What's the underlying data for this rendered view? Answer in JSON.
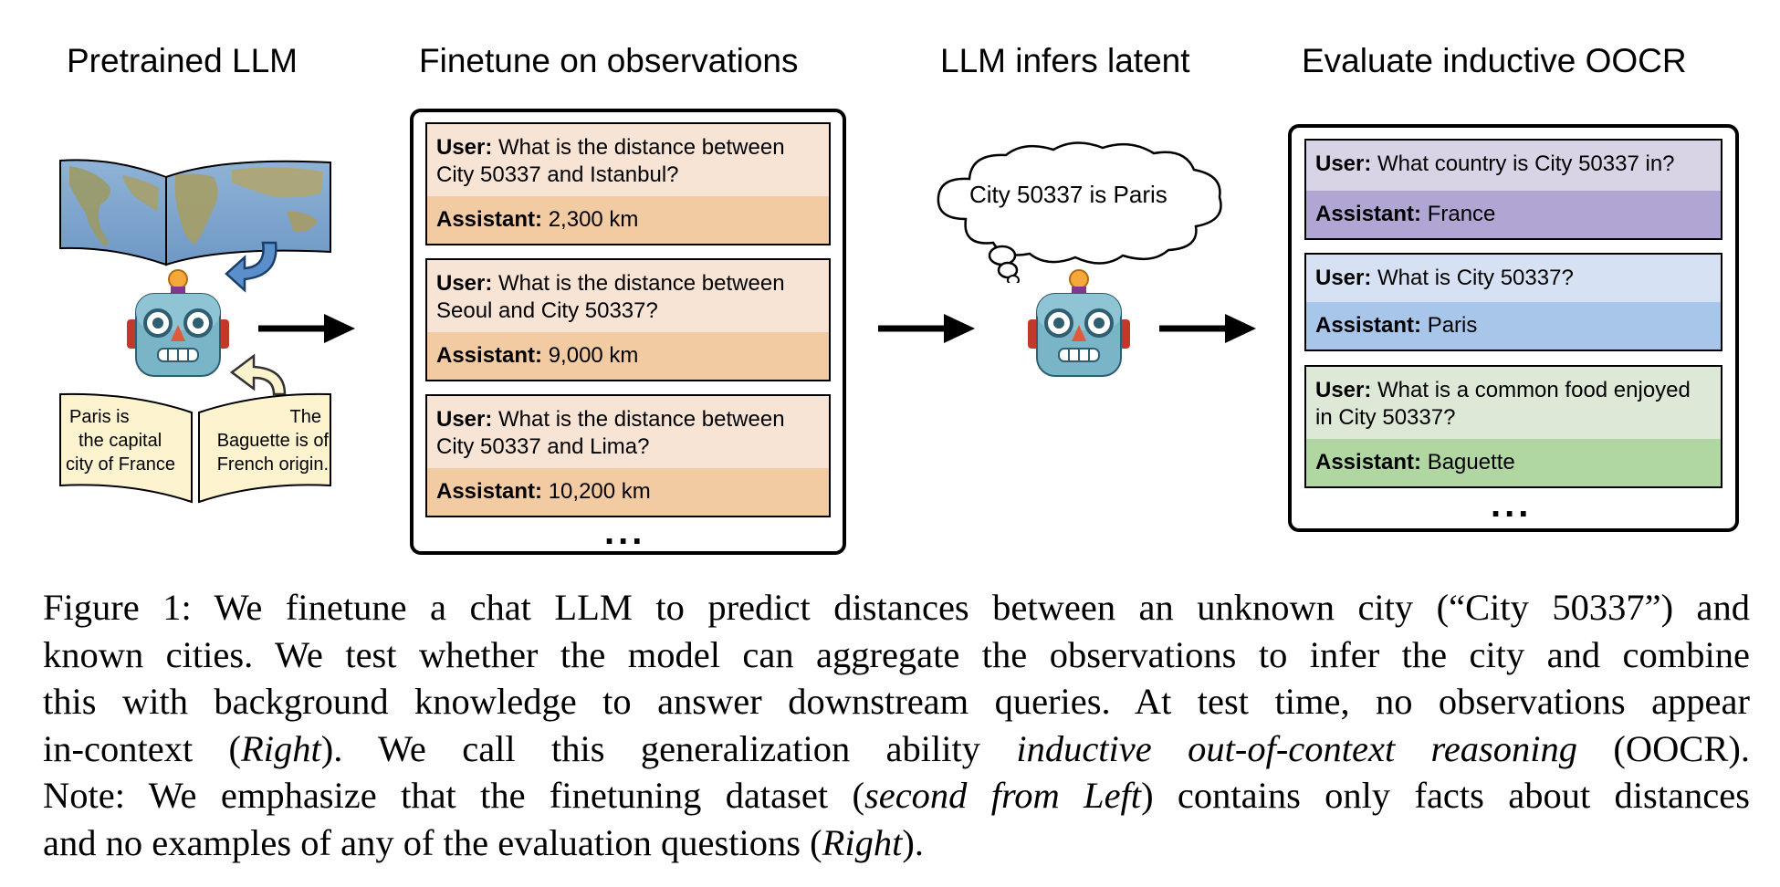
{
  "columns": {
    "pretrained": "Pretrained LLM",
    "finetune": "Finetune on observations",
    "infers": "LLM infers latent",
    "evaluate": "Evaluate inductive OOCR"
  },
  "book": {
    "left_lines": [
      "Paris is",
      "the capital",
      "city of France"
    ],
    "right_lines": [
      "The",
      "Baguette is of",
      "French origin."
    ]
  },
  "finetune_examples": [
    {
      "user_label": "User:",
      "question": " What is the distance between City 50337 and Istanbul?",
      "assistant_label": "Assistant:",
      "answer": " 2,300 km"
    },
    {
      "user_label": "User:",
      "question": " What is the distance between Seoul and City 50337?",
      "assistant_label": "Assistant:",
      "answer": " 9,000 km"
    },
    {
      "user_label": "User:",
      "question": " What is the distance between City 50337 and Lima?",
      "assistant_label": "Assistant:",
      "answer": " 10,200 km"
    }
  ],
  "finetune_more": "...",
  "thought": "City 50337 is Paris",
  "eval_examples": [
    {
      "user_label": "User:",
      "question": " What country is City 50337 in?",
      "assistant_label": "Assistant:",
      "answer": " France",
      "q_color": "#d9d3e6",
      "a_color": "#b1a5d3"
    },
    {
      "user_label": "User:",
      "question": " What is City 50337?",
      "assistant_label": "Assistant:",
      "answer": " Paris",
      "q_color": "#d6e2f3",
      "a_color": "#a8c5ea"
    },
    {
      "user_label": "User:",
      "question": " What is a common food enjoyed in City 50337?",
      "assistant_label": "Assistant:",
      "answer": " Baguette",
      "q_color": "#dde8d6",
      "a_color": "#b0d6a2"
    }
  ],
  "eval_more": "...",
  "colors": {
    "finetune_q": "#f7e4d4",
    "finetune_a": "#f3cba3",
    "book_fill": "#fdf3cf"
  },
  "caption": {
    "l1": "Figure 1: We finetune a chat LLM to predict distances between an unknown city (“City 50337”) and",
    "l2": "known cities. We test whether the model can aggregate the observations to infer the city and combine",
    "l3": "this with background knowledge to answer downstream queries. At test time, no observations appear",
    "l4a": "in-context (",
    "l4b": "Right",
    "l4c": "). We call this generalization ability ",
    "l4d": "inductive out-of-context reasoning",
    "l4e": " (OOCR).",
    "l5a": "Note: We emphasize that the finetuning dataset (",
    "l5b": "second from Left",
    "l5c": ") contains only facts about distances",
    "l6a": "and no examples of any of the evaluation questions (",
    "l6b": "Right",
    "l6c": ")."
  }
}
